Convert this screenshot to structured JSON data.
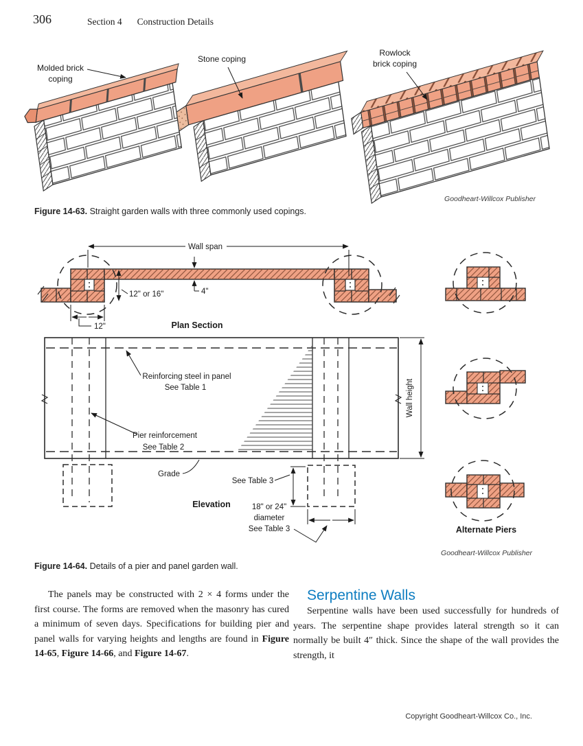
{
  "page": {
    "number": "306",
    "section_label": "Section 4",
    "section_title": "Construction Details",
    "copyright": "Copyright Goodheart-Willcox Co., Inc."
  },
  "figure_63": {
    "labels": {
      "molded_line1": "Molded brick",
      "molded_line2": "coping",
      "stone": "Stone coping",
      "rowlock_line1": "Rowlock",
      "rowlock_line2": "brick coping"
    },
    "credit": "Goodheart-Willcox Publisher",
    "caption_label": "Figure 14-63.",
    "caption_text": " Straight garden walls with three commonly used copings."
  },
  "figure_64": {
    "plan": {
      "wall_span": "Wall span",
      "dim_pier_depth": "12\" or 16\"",
      "dim_wall_thickness": "4\"",
      "dim_pier_width": "12\"",
      "title": "Plan Section"
    },
    "elevation": {
      "reinforcing_line1": "Reinforcing steel in panel",
      "reinforcing_line2": "See Table 1",
      "pier_line1": "Pier reinforcement",
      "pier_line2": "See Table 2",
      "grade": "Grade",
      "see_table_3": "See Table 3",
      "title": "Elevation",
      "diameter_line1": "18\" or 24\"",
      "diameter_line2": "diameter",
      "diameter_line3": "See Table 3",
      "wall_height": "Wall height"
    },
    "alternate_piers_label": "Alternate Piers",
    "credit": "Goodheart-Willcox Publisher",
    "caption_label": "Figure 14-64.",
    "caption_text": " Details of a pier and panel garden wall."
  },
  "body": {
    "left_paragraph": {
      "t1": "The panels may be constructed with 2 × 4 forms under the first course. The forms are removed when the masonry has cured a minimum of seven days. Specifications for building pier and panel walls for varying heights and lengths are found in ",
      "b1": "Figure 14-65",
      "t2": ", ",
      "b2": "Figure 14-66",
      "t3": ", and ",
      "b3": "Figure 14-67",
      "t4": "."
    },
    "right_heading": "Serpentine Walls",
    "right_paragraph": "Serpentine walls have been used successfully for hundreds of years. The serpentine shape provides lateral strength so it can normally be built 4″ thick. Since the shape of the wall provides the strength, it"
  },
  "colors": {
    "brick_fill": "#EFA184",
    "brick_top": "#F3B89D",
    "hatch_line": "#8A4F38",
    "heading_blue": "#0E7DC1"
  }
}
